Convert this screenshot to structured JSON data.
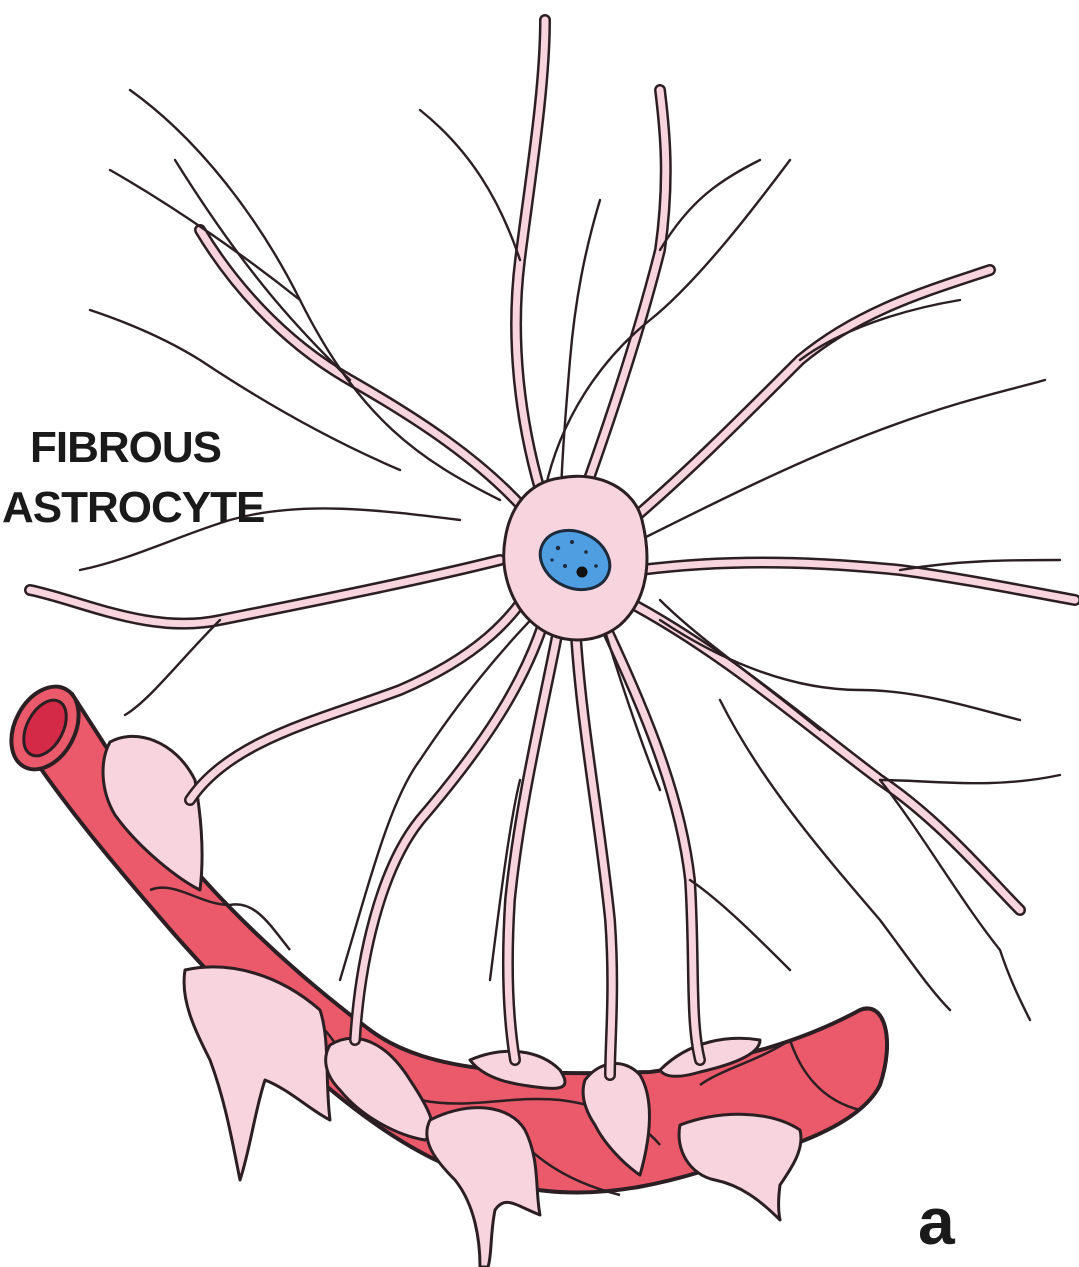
{
  "labels": {
    "cell_line1": "FIBROUS",
    "cell_line2": "ASTROCYTE",
    "panel_letter": "a"
  },
  "colors": {
    "cytoplasm": "#f8d4de",
    "outline": "#2b1f24",
    "vessel": "#ea5a6a",
    "vessel_lumen": "#d42a48",
    "nucleus": "#4f9ee2",
    "nucleolus": "#111111"
  }
}
